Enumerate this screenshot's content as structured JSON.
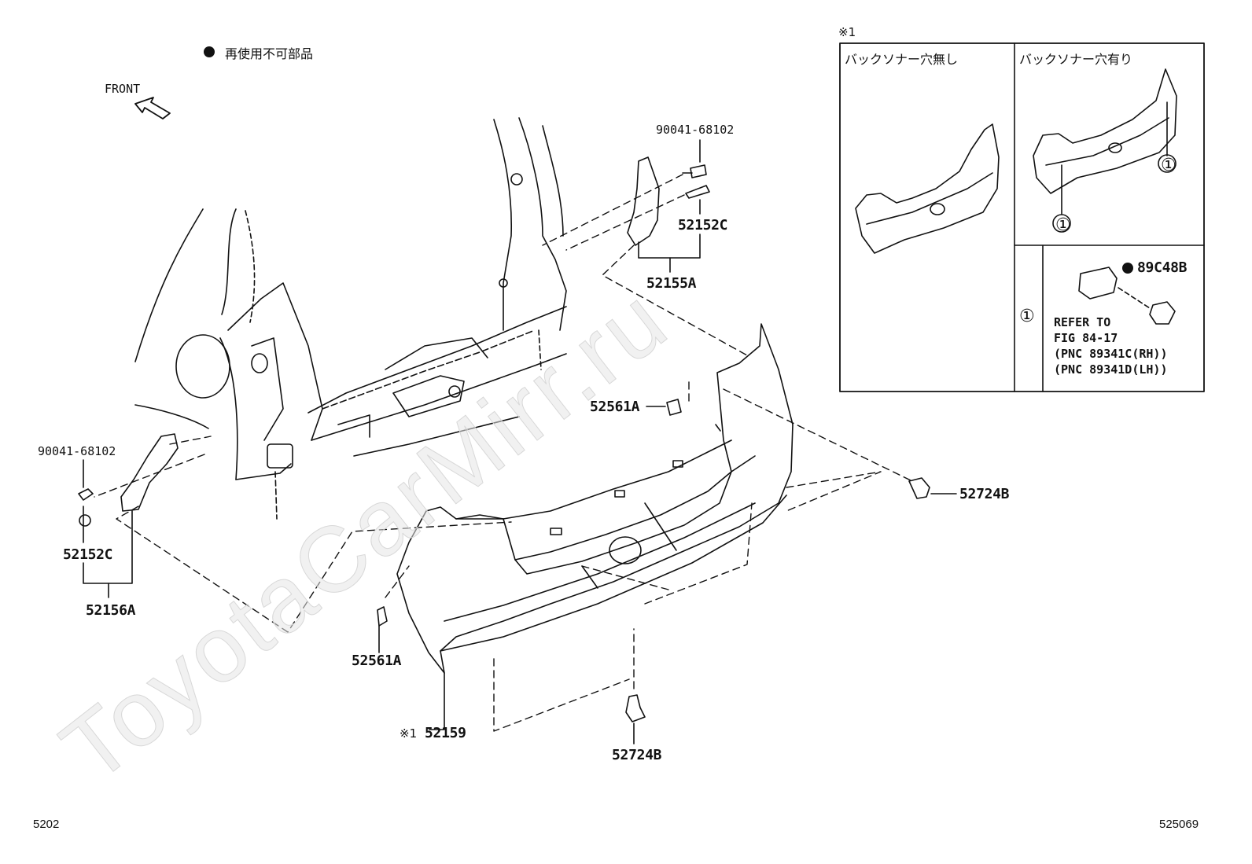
{
  "legend": {
    "symbol": "●",
    "text": "再使用不可部品"
  },
  "front_label": "FRONT",
  "inset": {
    "marker": "※1",
    "left_title": "バックソナー穴無し",
    "right_title": "バックソナー穴有り",
    "callout": "①",
    "sensor_part": "89C48B",
    "reference_lines": [
      "REFER TO",
      "FIG 84-17",
      "(PNC 89341C(RH))",
      "(PNC 89341D(LH))"
    ]
  },
  "parts": {
    "screw_top": "90041-68102",
    "clip_top": "52152C",
    "bracket_rh": "52155A",
    "screw_left": "90041-68102",
    "clip_left": "52152C",
    "bracket_lh": "52156A",
    "fastener_upper": "52561A",
    "fastener_lower": "52561A",
    "clip_right": "52724B",
    "clip_bottom": "52724B",
    "bumper_marker": "※1",
    "bumper_cover": "52159"
  },
  "watermark": "ToyotaCarMirr.ru",
  "footer": {
    "section": "5202",
    "illustration_id": "525069"
  }
}
